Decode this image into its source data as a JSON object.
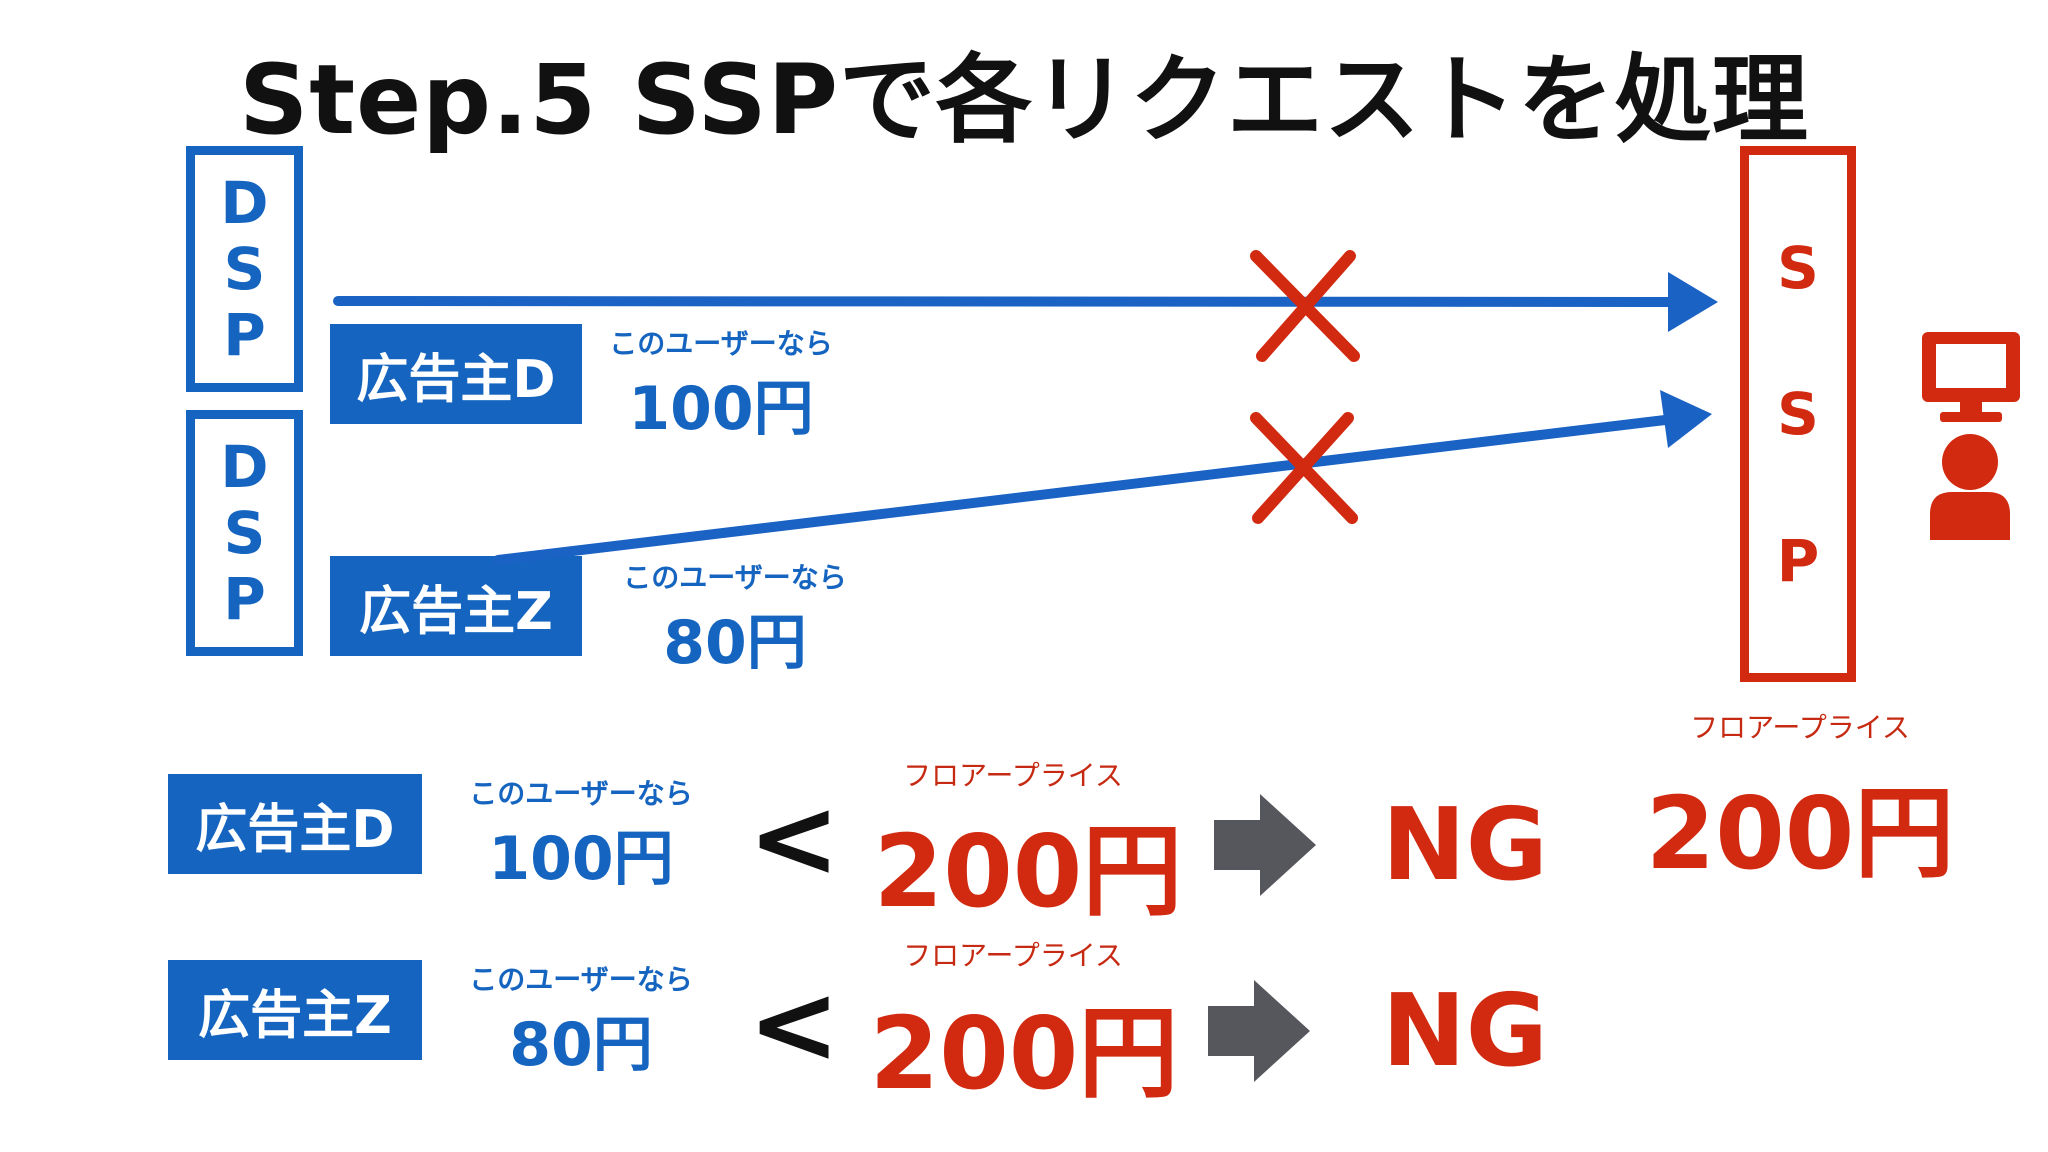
{
  "title": "Step.5 SSPで各リクエストを処理",
  "dsp_box_1": [
    "D",
    "S",
    "P"
  ],
  "dsp_box_2": [
    "D",
    "S",
    "P"
  ],
  "ssp_box": [
    "S",
    "S",
    "P"
  ],
  "advertiser_d": {
    "name": "広告主D",
    "caption": "このユーザーなら",
    "price": "100円"
  },
  "advertiser_z": {
    "name": "広告主Z",
    "caption": "このユーザーなら",
    "price": "80円"
  },
  "floor": {
    "caption": "フロアープライス",
    "price": "200円"
  },
  "comparisons": [
    {
      "name": "広告主D",
      "caption": "このユーザーなら",
      "price": "100円",
      "operator": "<",
      "floor_caption": "フロアープライス",
      "floor_price": "200円",
      "result": "NG"
    },
    {
      "name": "広告主Z",
      "caption": "このユーザーなら",
      "price": "80円",
      "operator": "<",
      "floor_caption": "フロアープライス",
      "floor_price": "200円",
      "result": "NG"
    }
  ],
  "icons": [
    "monitor-icon",
    "user-icon",
    "cross-mark-icon",
    "right-arrow-icon"
  ],
  "colors": {
    "blue": "#1565c0",
    "red": "#d22a10",
    "gray": "#55575c"
  }
}
